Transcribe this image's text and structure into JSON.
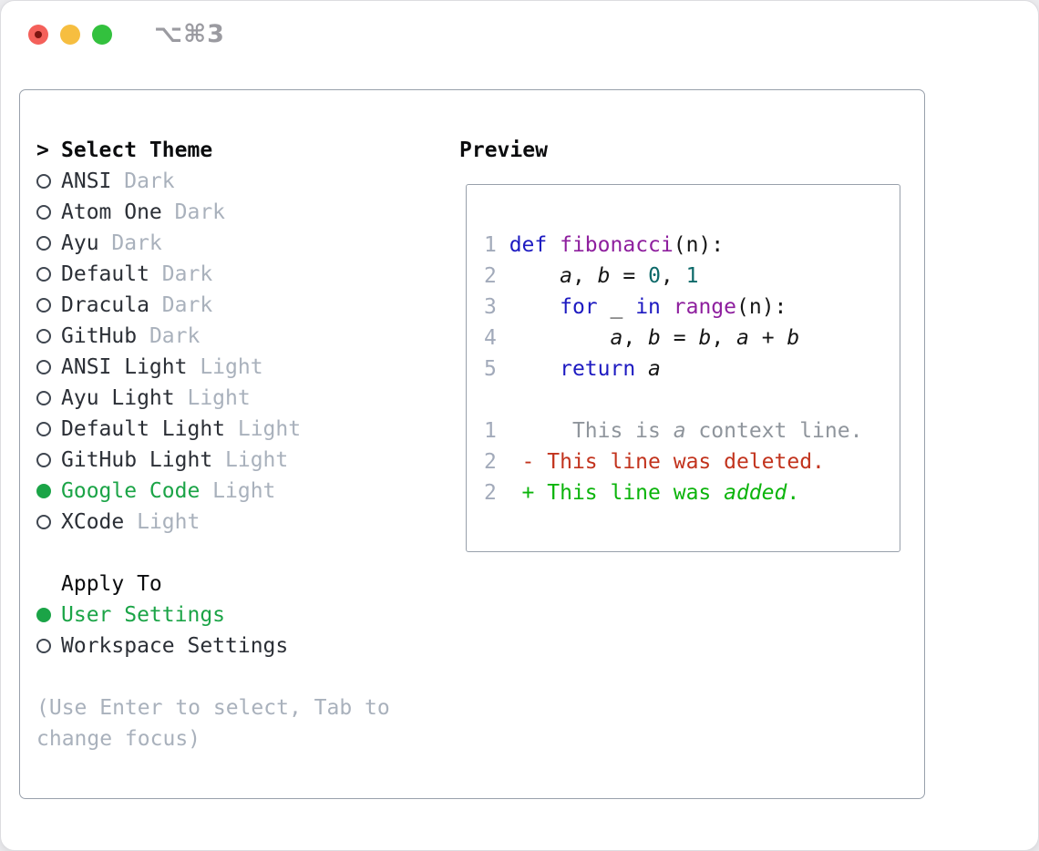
{
  "window": {
    "title": "⌥⌘3",
    "traffic_lights": [
      {
        "name": "close"
      },
      {
        "name": "minimize"
      },
      {
        "name": "zoom"
      }
    ]
  },
  "colors": {
    "accent": "#1ba447",
    "ring": "#3f4650",
    "text": "#2b2f36",
    "heading": "#0b0c0e",
    "dim": "#a9b1bc",
    "border": "#98a0ab",
    "lineno": "#a2aaba",
    "kw": "#1d1ac1",
    "fn": "#8e1f9e",
    "num": "#0d6969",
    "pl": "#161616",
    "ctx": "#8f959c",
    "del": "#c2331d",
    "add": "#0bb40b",
    "title": "#9b9ba1",
    "light_red": "#f4605a",
    "light_red_dot": "#7d1511",
    "light_yellow": "#f6be40",
    "light_green": "#33c13e"
  },
  "panel": {
    "select_theme": {
      "prompt": ">",
      "title": "Select Theme",
      "items": [
        {
          "name": "ANSI",
          "tag": "Dark",
          "selected": false
        },
        {
          "name": "Atom One",
          "tag": "Dark",
          "selected": false
        },
        {
          "name": "Ayu",
          "tag": "Dark",
          "selected": false
        },
        {
          "name": "Default",
          "tag": "Dark",
          "selected": false
        },
        {
          "name": "Dracula",
          "tag": "Dark",
          "selected": false
        },
        {
          "name": "GitHub",
          "tag": "Dark",
          "selected": false
        },
        {
          "name": "ANSI Light",
          "tag": "Light",
          "selected": false
        },
        {
          "name": "Ayu Light",
          "tag": "Light",
          "selected": false
        },
        {
          "name": "Default Light",
          "tag": "Light",
          "selected": false
        },
        {
          "name": "GitHub Light",
          "tag": "Light",
          "selected": false
        },
        {
          "name": "Google Code",
          "tag": "Light",
          "selected": true
        },
        {
          "name": "XCode",
          "tag": "Light",
          "selected": false
        }
      ]
    },
    "apply_to": {
      "title": "Apply To",
      "options": [
        {
          "name": "User Settings",
          "selected": true
        },
        {
          "name": "Workspace Settings",
          "selected": false
        }
      ]
    },
    "hint": "(Use Enter to select, Tab to change focus)"
  },
  "preview": {
    "title": "Preview",
    "lines": [
      {
        "name": "code-line-1",
        "num": "1",
        "tokens": [
          {
            "c": "kw",
            "t": "def"
          },
          {
            "c": "pl",
            "t": " "
          },
          {
            "c": "fn",
            "t": "fibonacci"
          },
          {
            "c": "pl",
            "t": "(n):"
          }
        ]
      },
      {
        "name": "code-line-2",
        "num": "2",
        "tokens": [
          {
            "c": "pl",
            "t": "    "
          },
          {
            "c": "var",
            "t": "a"
          },
          {
            "c": "pl",
            "t": ", "
          },
          {
            "c": "var",
            "t": "b"
          },
          {
            "c": "pl",
            "t": " = "
          },
          {
            "c": "num",
            "t": "0"
          },
          {
            "c": "pl",
            "t": ", "
          },
          {
            "c": "num",
            "t": "1"
          }
        ]
      },
      {
        "name": "code-line-3",
        "num": "3",
        "tokens": [
          {
            "c": "pl",
            "t": "    "
          },
          {
            "c": "kw",
            "t": "for"
          },
          {
            "c": "pl",
            "t": " _ "
          },
          {
            "c": "kw",
            "t": "in"
          },
          {
            "c": "pl",
            "t": " "
          },
          {
            "c": "fn",
            "t": "range"
          },
          {
            "c": "pl",
            "t": "(n):"
          }
        ]
      },
      {
        "name": "code-line-4",
        "num": "4",
        "tokens": [
          {
            "c": "pl",
            "t": "        "
          },
          {
            "c": "var",
            "t": "a"
          },
          {
            "c": "pl",
            "t": ", "
          },
          {
            "c": "var",
            "t": "b"
          },
          {
            "c": "pl",
            "t": " = "
          },
          {
            "c": "var",
            "t": "b"
          },
          {
            "c": "pl",
            "t": ", "
          },
          {
            "c": "var",
            "t": "a"
          },
          {
            "c": "pl",
            "t": " + "
          },
          {
            "c": "var",
            "t": "b"
          }
        ]
      },
      {
        "name": "code-line-5",
        "num": "5",
        "tokens": [
          {
            "c": "pl",
            "t": "    "
          },
          {
            "c": "kw",
            "t": "return"
          },
          {
            "c": "pl",
            "t": " "
          },
          {
            "c": "var",
            "t": "a"
          }
        ]
      },
      {
        "name": "blank-line",
        "num": "",
        "tokens": []
      },
      {
        "name": "diff-context-line",
        "num": "1",
        "tokens": [
          {
            "c": "ctx",
            "t": "     This is "
          },
          {
            "c": "ctxi",
            "t": "a"
          },
          {
            "c": "ctx",
            "t": " context line."
          }
        ]
      },
      {
        "name": "diff-deleted-line",
        "num": "2",
        "tokens": [
          {
            "c": "del",
            "t": " - This line was deleted."
          }
        ]
      },
      {
        "name": "diff-added-line",
        "num": "2",
        "tokens": [
          {
            "c": "add",
            "t": " + This line was "
          },
          {
            "c": "addi",
            "t": "added"
          },
          {
            "c": "add",
            "t": "."
          }
        ]
      }
    ]
  }
}
